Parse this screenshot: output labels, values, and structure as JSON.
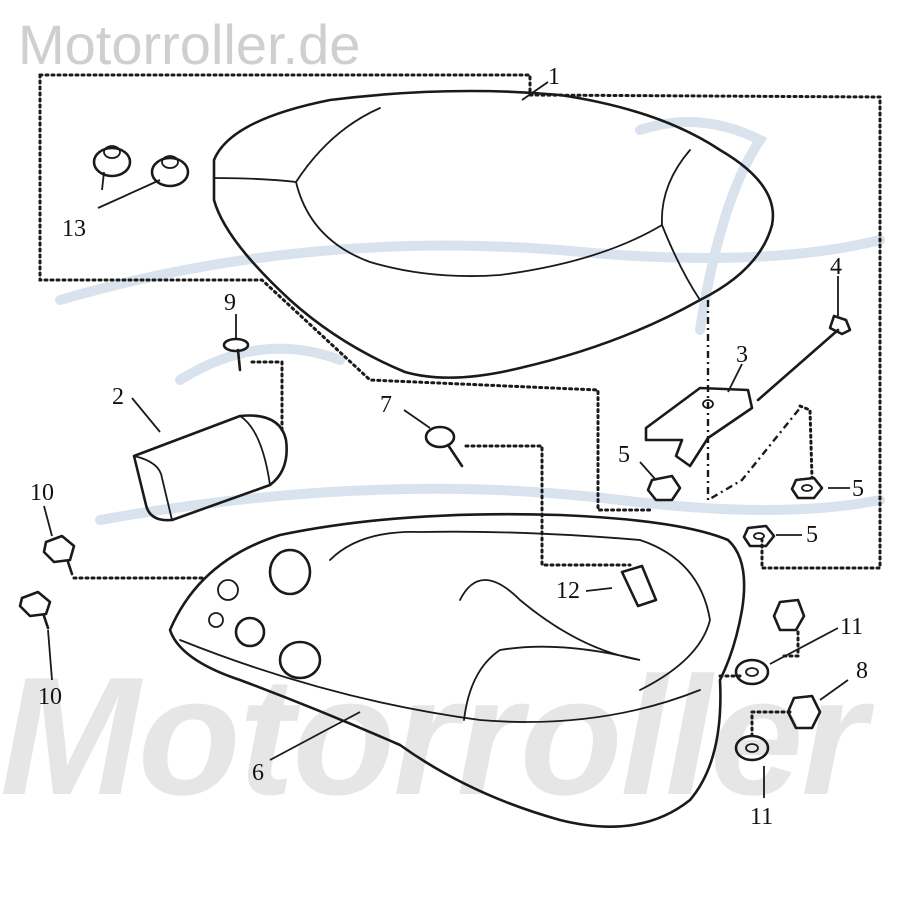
{
  "watermark": {
    "top_text": "Motorroller.de",
    "large_text": "Motorroller"
  },
  "callouts": [
    "1",
    "2",
    "3",
    "4",
    "5",
    "5",
    "5",
    "6",
    "7",
    "8",
    "9",
    "10",
    "10",
    "11",
    "11",
    "12",
    "13"
  ],
  "colors": {
    "line": "#1a1a1a",
    "watermark_text": "#cfcfcf",
    "watermark_logo": "#d9e3ee"
  }
}
